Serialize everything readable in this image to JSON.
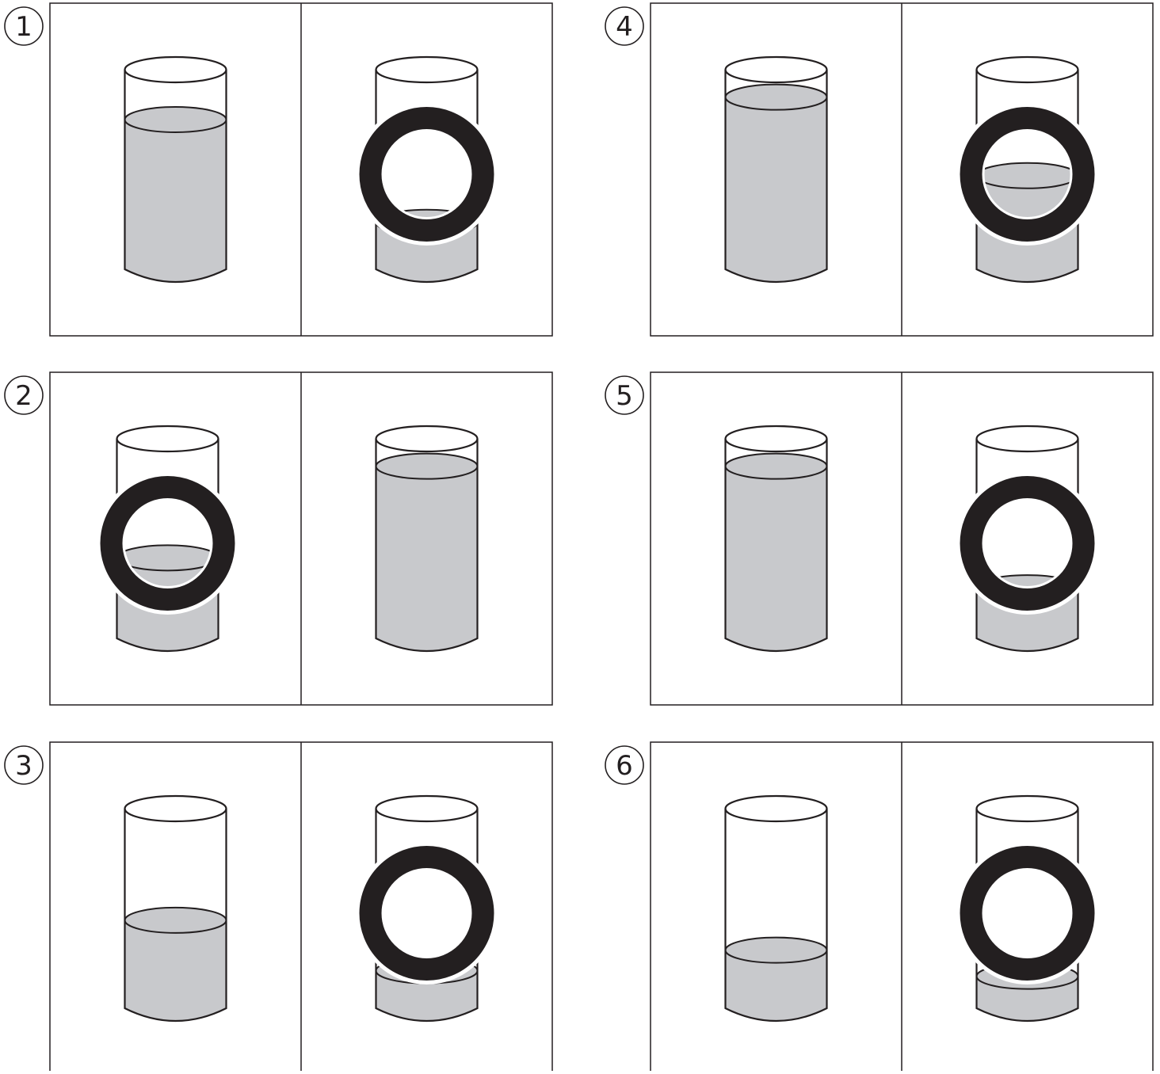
{
  "problems": [
    {
      "label": "1",
      "panels": [
        {
          "water_level": 0.75,
          "coin": false
        },
        {
          "water_level": 0.2,
          "coin": true
        }
      ]
    },
    {
      "label": "2",
      "panels": [
        {
          "water_level": 0.38,
          "coin": true
        },
        {
          "water_level": 0.87,
          "coin": false
        }
      ]
    },
    {
      "label": "3",
      "panels": [
        {
          "water_level": 0.42,
          "coin": false
        },
        {
          "water_level": 0.15,
          "coin": true
        }
      ]
    },
    {
      "label": "4",
      "panels": [
        {
          "water_level": 0.87,
          "coin": false
        },
        {
          "water_level": 0.45,
          "coin": true
        }
      ]
    },
    {
      "label": "5",
      "panels": [
        {
          "water_level": 0.87,
          "coin": false
        },
        {
          "water_level": 0.22,
          "coin": true
        }
      ]
    },
    {
      "label": "6",
      "panels": [
        {
          "water_level": 0.26,
          "coin": false
        },
        {
          "water_level": 0.12,
          "coin": true
        }
      ]
    }
  ],
  "colors": {
    "water": "#c8c9cc",
    "outline": "#231f20",
    "ring": "#231f20",
    "watermark": "#c6c7ca"
  }
}
